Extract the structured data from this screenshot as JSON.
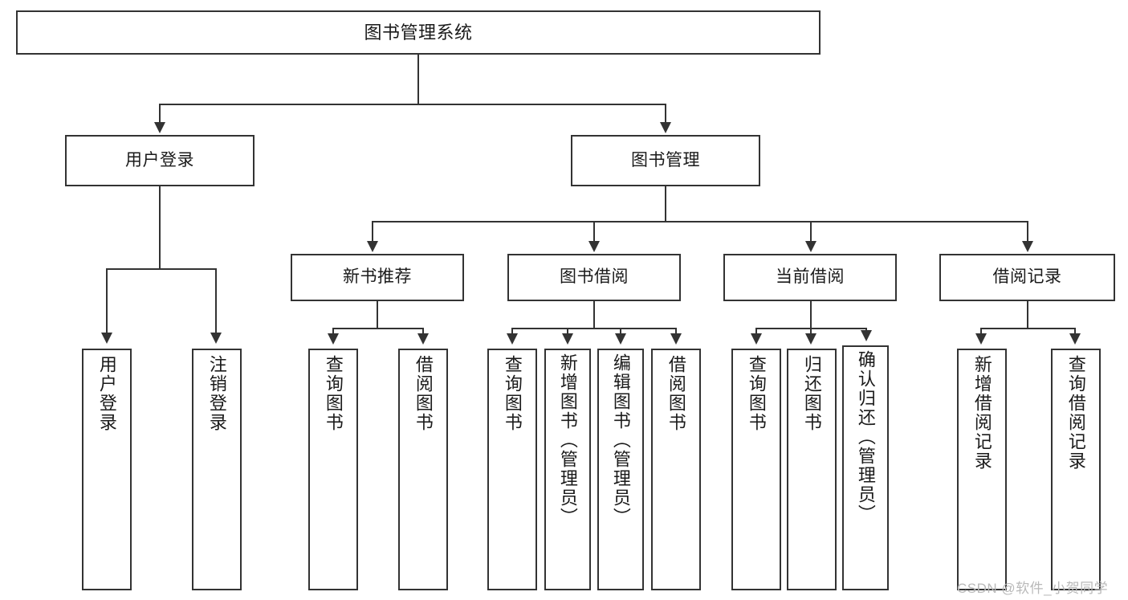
{
  "diagram": {
    "type": "tree-hierarchy",
    "title": "图书管理系统",
    "root": {
      "id": "root",
      "label": "图书管理系统",
      "orientation": "horizontal"
    },
    "level2": [
      {
        "id": "user-login",
        "label": "用户登录",
        "orientation": "horizontal"
      },
      {
        "id": "book-manage",
        "label": "图书管理",
        "orientation": "horizontal"
      }
    ],
    "level3": [
      {
        "id": "new-book-rec",
        "label": "新书推荐",
        "orientation": "horizontal",
        "parent": "book-manage"
      },
      {
        "id": "book-borrow",
        "label": "图书借阅",
        "orientation": "horizontal",
        "parent": "book-manage"
      },
      {
        "id": "current-borrow",
        "label": "当前借阅",
        "orientation": "horizontal",
        "parent": "book-manage"
      },
      {
        "id": "borrow-record",
        "label": "借阅记录",
        "orientation": "horizontal",
        "parent": "book-manage"
      }
    ],
    "leaves": {
      "user_login": [
        {
          "id": "leaf-user-login",
          "label": "用户登录"
        },
        {
          "id": "leaf-user-logout",
          "label": "注销登录"
        }
      ],
      "new_book_rec": [
        {
          "id": "leaf-query-book-1",
          "label": "查询图书"
        },
        {
          "id": "leaf-borrow-book-1",
          "label": "借阅图书"
        }
      ],
      "book_borrow": [
        {
          "id": "leaf-query-book-2",
          "label": "查询图书"
        },
        {
          "id": "leaf-add-book",
          "label": "新增图书（管理员）"
        },
        {
          "id": "leaf-edit-book",
          "label": "编辑图书（管理员）"
        },
        {
          "id": "leaf-borrow-book-2",
          "label": "借阅图书"
        }
      ],
      "current_borrow": [
        {
          "id": "leaf-query-book-3",
          "label": "查询图书"
        },
        {
          "id": "leaf-return-book",
          "label": "归还图书"
        },
        {
          "id": "leaf-confirm-return",
          "label": "确认归还（管理员）"
        }
      ],
      "borrow_record": [
        {
          "id": "leaf-add-record",
          "label": "新增借阅记录"
        },
        {
          "id": "leaf-query-record",
          "label": "查询借阅记录"
        }
      ]
    },
    "watermark": "CSDN @软件_小贺同学",
    "colors": {
      "stroke": "#333333",
      "fill": "#ffffff",
      "text": "#1a1a1a",
      "watermark": "#b9b9b9"
    }
  }
}
